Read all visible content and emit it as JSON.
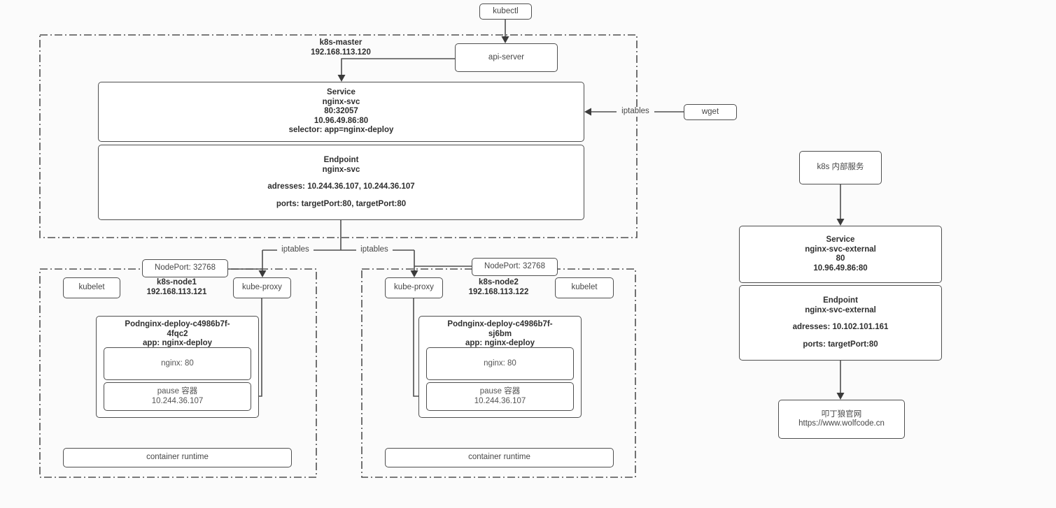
{
  "colors": {
    "line": "#4f4f4f",
    "text": "#474747",
    "bold_text": "#2f2f2f",
    "box_bg": "#ffffff",
    "page_bg": "#fbfbfb"
  },
  "kubectl_label": "kubectl",
  "api_server_label": "api-server",
  "wget_label": "wget",
  "edges": {
    "iptables_wget": "iptables",
    "iptables_left": "iptables",
    "iptables_right": "iptables"
  },
  "master": {
    "name": "k8s-master",
    "ip": "192.168.113.120",
    "service": {
      "lines": [
        "Service",
        "nginx-svc",
        "80:32057",
        "10.96.49.86:80",
        "selector: app=nginx-deploy"
      ]
    },
    "endpoint": {
      "title": "Endpoint",
      "name": "nginx-svc",
      "addresses": "adresses: 10.244.36.107, 10.244.36.107",
      "ports": "ports: targetPort:80, targetPort:80"
    }
  },
  "nodes": [
    {
      "nodeport": "NodePort: 32768",
      "kubelet": "kubelet",
      "kube_proxy": "kube-proxy",
      "name": "k8s-node1",
      "ip": "192.168.113.121",
      "pod": {
        "title1": "Podnginx-deploy-c4986b7f-",
        "title2": "4fqc2",
        "app": "app: nginx-deploy",
        "container": "nginx: 80",
        "pause": "pause 容器",
        "pause_ip": "10.244.36.107"
      },
      "runtime": "container runtime"
    },
    {
      "nodeport": "NodePort: 32768",
      "kubelet": "kubelet",
      "kube_proxy": "kube-proxy",
      "name": "k8s-node2",
      "ip": "192.168.113.122",
      "pod": {
        "title1": "Podnginx-deploy-c4986b7f-",
        "title2": "sj6bm",
        "app": "app: nginx-deploy",
        "container": "nginx: 80",
        "pause": "pause 容器",
        "pause_ip": "10.244.36.107"
      },
      "runtime": "container runtime"
    }
  ],
  "external": {
    "entry": "k8s 内部服务",
    "service": {
      "lines": [
        "Service",
        "nginx-svc-external",
        "80",
        "10.96.49.86:80"
      ]
    },
    "endpoint": {
      "title": "Endpoint",
      "name": "nginx-svc-external",
      "addresses": "adresses: 10.102.101.161",
      "ports": "ports: targetPort:80"
    },
    "site": {
      "name": "叩丁狼官网",
      "url": "https://www.wolfcode.cn"
    }
  }
}
